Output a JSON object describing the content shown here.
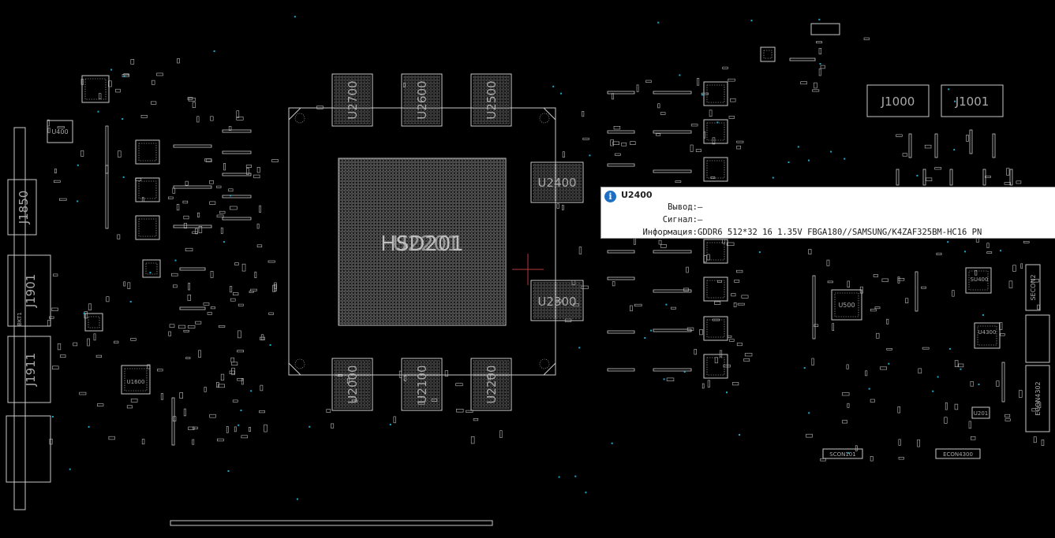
{
  "board": {
    "components": {
      "gpu": "HSD201",
      "gpu_overlay": "U2201",
      "mem_top": [
        "U2700",
        "U2600",
        "U2500"
      ],
      "mem_bottom": [
        "U2000",
        "U2100",
        "U2200"
      ],
      "mem_right": [
        "U2400",
        "U2300"
      ],
      "connectors_left": [
        "J1850",
        "J1901",
        "J1911"
      ],
      "connectors_right": [
        "J1000",
        "J1001"
      ],
      "small": {
        "u400": "U400",
        "u1600": "U1600",
        "u500": "U500",
        "u4300": "U4300",
        "u201": "U201",
        "su400": "SU400",
        "scon101": "SCON101",
        "econ4300": "ECON4300",
        "secon2": "SECON2",
        "econ4302": "ECON4302",
        "bkt1": "BKT1"
      }
    },
    "colors": {
      "background": "#000000",
      "outline": "#c8c8c8",
      "pads": "#bdbdbd",
      "testpoints": "#1ea7c9",
      "crosshair": "#b43a3a"
    }
  },
  "tooltip": {
    "title": "U2400",
    "rows": [
      {
        "key": "Вывод:",
        "value": "—"
      },
      {
        "key": "Сигнал:",
        "value": "—"
      },
      {
        "key": "Информация:",
        "value": "GDDR6 512*32 16 1.35V FBGA180//SAMSUNG/K4ZAF325BM-HC16 PN"
      }
    ]
  }
}
